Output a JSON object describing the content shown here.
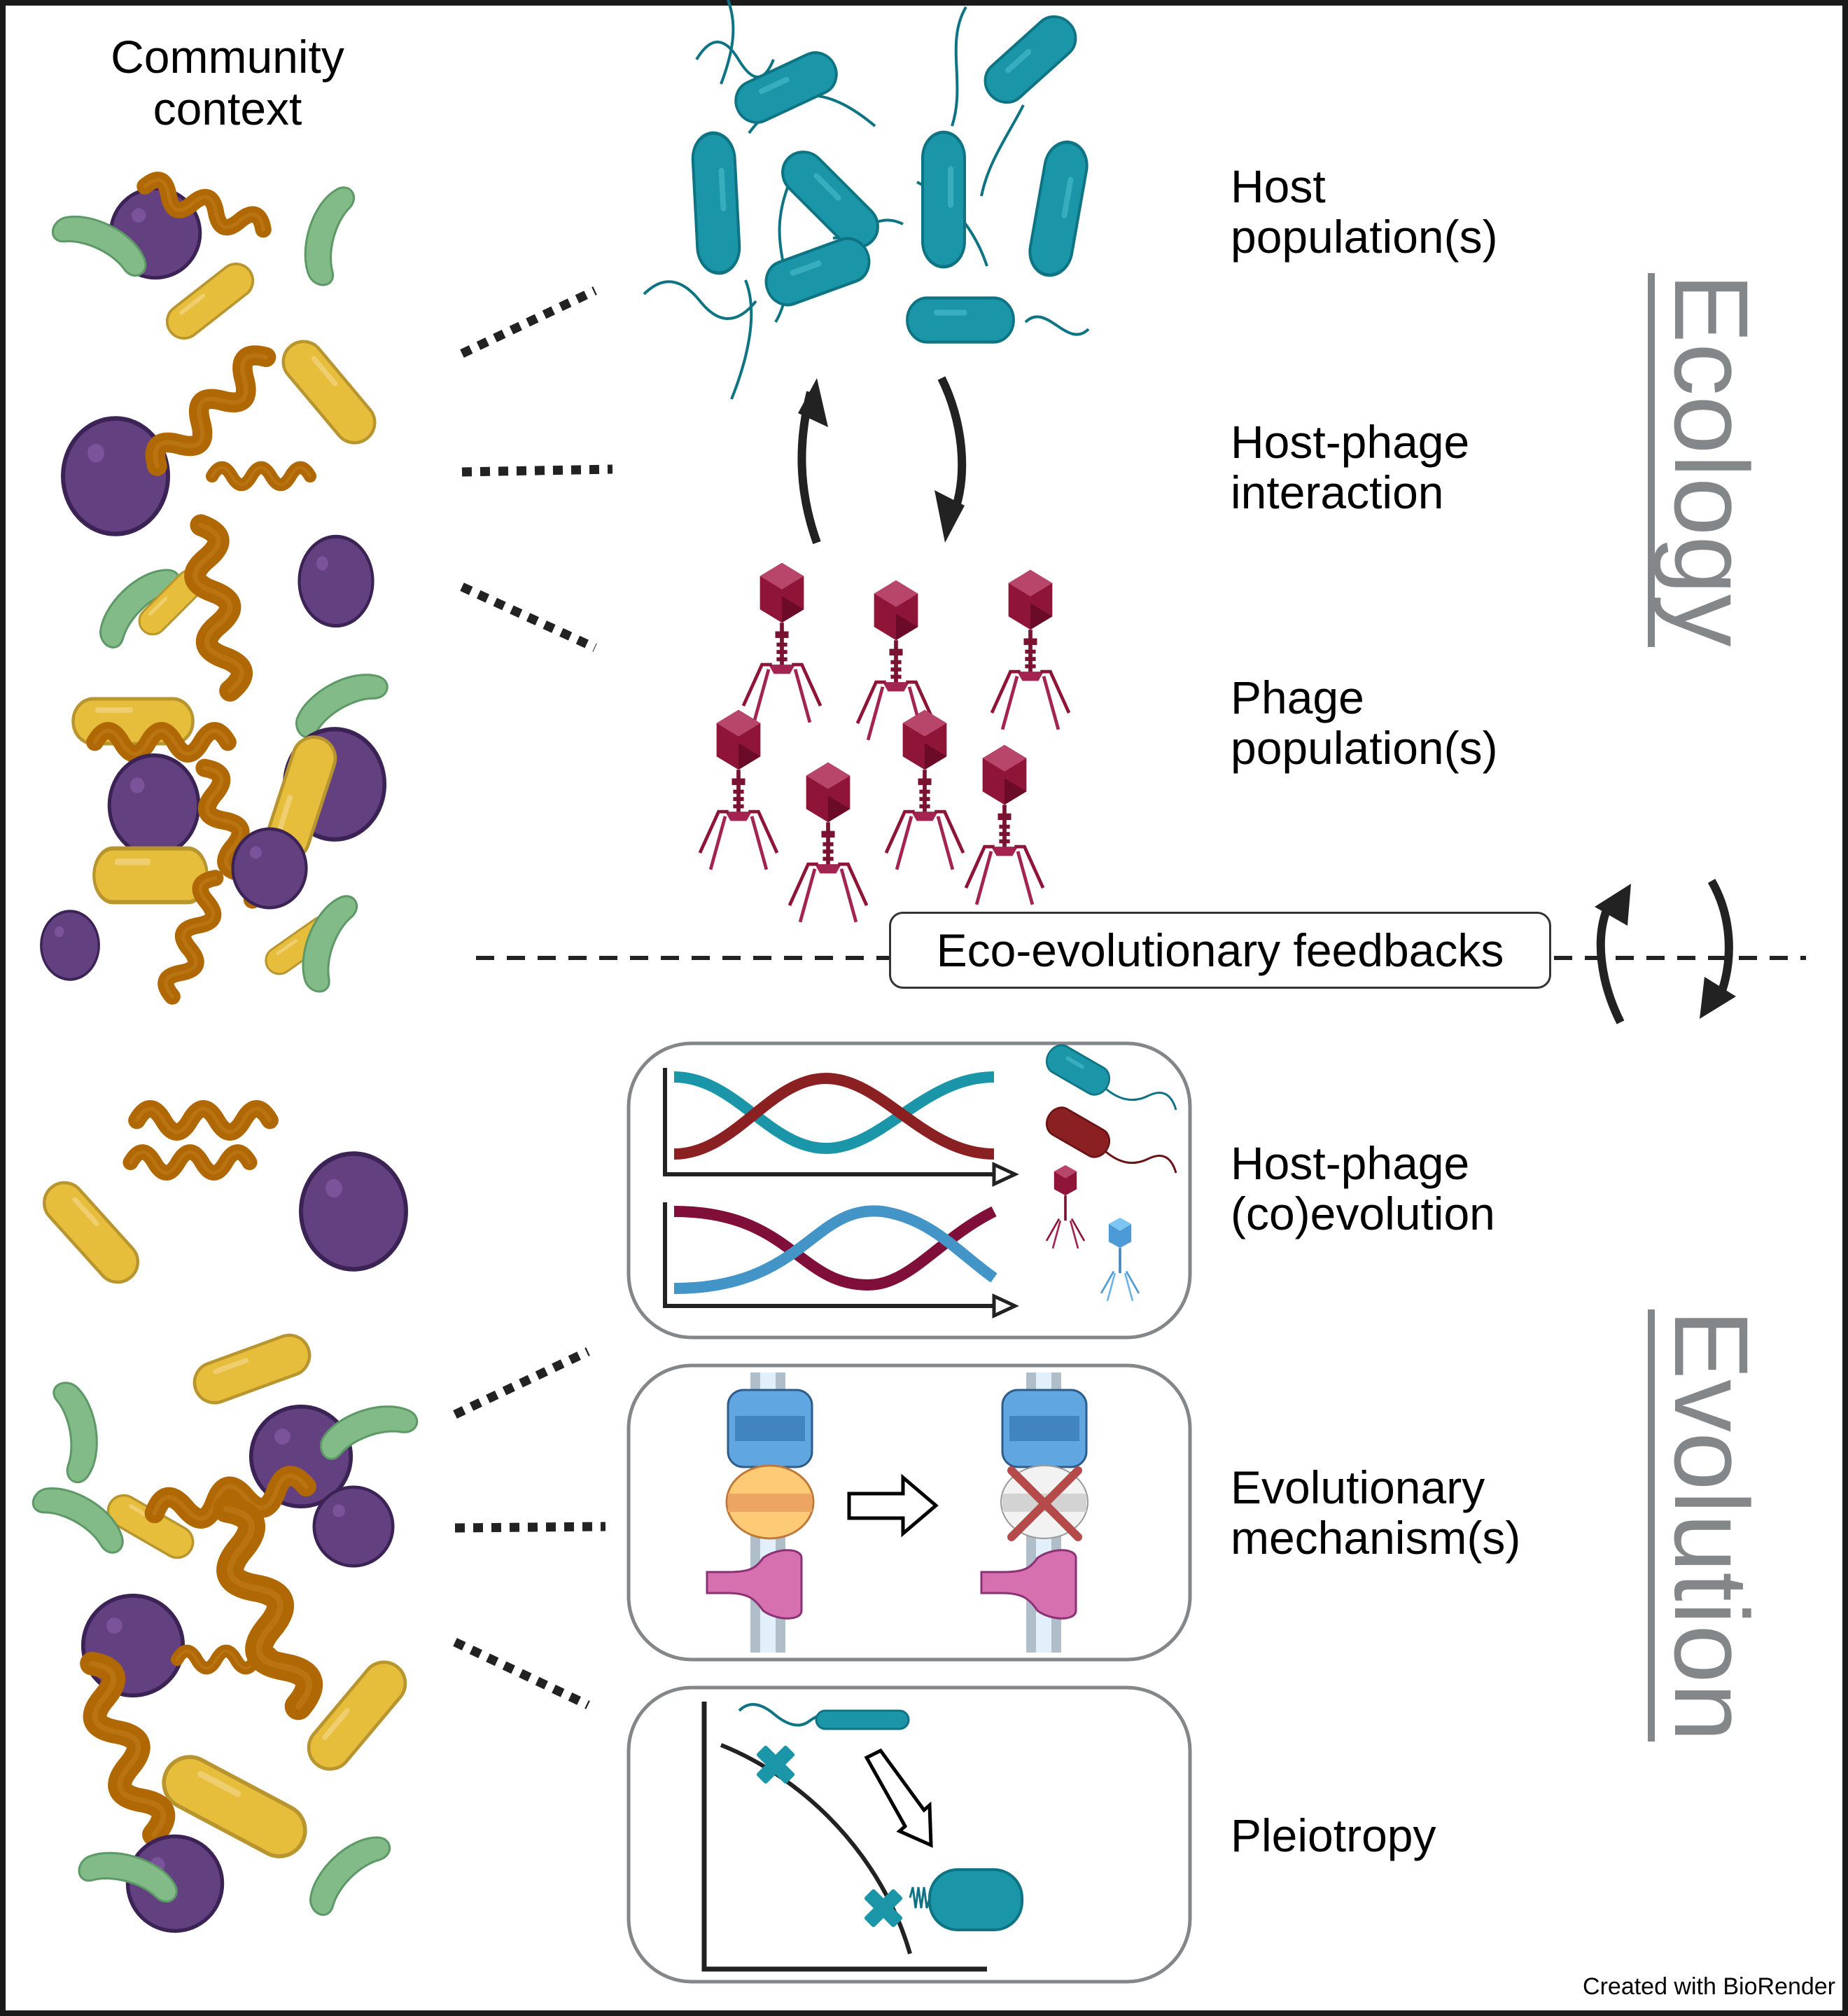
{
  "figure": {
    "community_title": "Community\ncontext",
    "ecology_label": "Ecology",
    "evolution_label": "Evolution",
    "feedback_label": "Eco-evolutionary feedbacks",
    "credit": "Created with BioRender"
  },
  "ecology_items": [
    {
      "label": "Host\npopulation(s)",
      "icon": "host-bacteria-icon"
    },
    {
      "label": "Host-phage\ninteraction",
      "icon": "cycle-arrows-icon"
    },
    {
      "label": "Phage\npopulation(s)",
      "icon": "phage-icon"
    }
  ],
  "evolution_items": [
    {
      "label": "Host-phage\n(co)evolution",
      "icon": "coevolution-graph-icon"
    },
    {
      "label": "Evolutionary\nmechanism(s)",
      "icon": "receptor-loss-icon"
    },
    {
      "label": "Pleiotropy",
      "icon": "tradeoff-curve-icon"
    }
  ],
  "colors": {
    "host_teal": "#1A96A8",
    "host_teal_dark": "#0E7483",
    "phage_red": "#8E1538",
    "host_red": "#8B2022",
    "phage_blue": "#4394C7",
    "purple": "#634080",
    "yellow": "#E6BE3C",
    "brown": "#AF6804",
    "green": "#82BA88",
    "gray_text": "#838789",
    "box_border": "#838789",
    "dark": "#222222"
  }
}
